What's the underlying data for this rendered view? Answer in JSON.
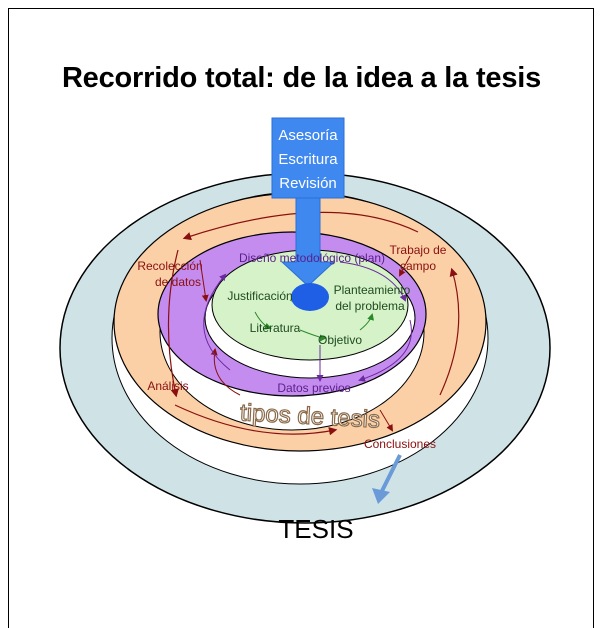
{
  "title": "Recorrido total: de la idea a la tesis",
  "arrow_box": {
    "line1": "Asesoría",
    "line2": "Escritura",
    "line3": "Revisión"
  },
  "outer_ring": {
    "label_left_1": "Recolección",
    "label_left_2": "de datos",
    "label_right_1": "Trabajo de",
    "label_right_2": "campo",
    "label_analysis": "Análisis",
    "label_conclusions": "Conclusiones"
  },
  "purple_ring": {
    "label_design": "Diseño metodológico (plan)",
    "label_prev_data": "Datos previos"
  },
  "inner_core": {
    "label_justification": "Justificación",
    "label_problem_1": "Planteamiento",
    "label_problem_2": "del problema",
    "label_literature": "Literatura",
    "label_objective": "Objetivo"
  },
  "center_label": "tipos de tesis",
  "bottom_label": "TESIS",
  "colors": {
    "outer_ring": "#cfe3e7",
    "orange_ring": "#fbd0a6",
    "purple_ring": "#c58cf0",
    "inner_core": "#d6f2c9",
    "blue_arrow": "#3f88f0",
    "dark_red": "#8a1010",
    "blue_dot": "#1f5fe6"
  }
}
